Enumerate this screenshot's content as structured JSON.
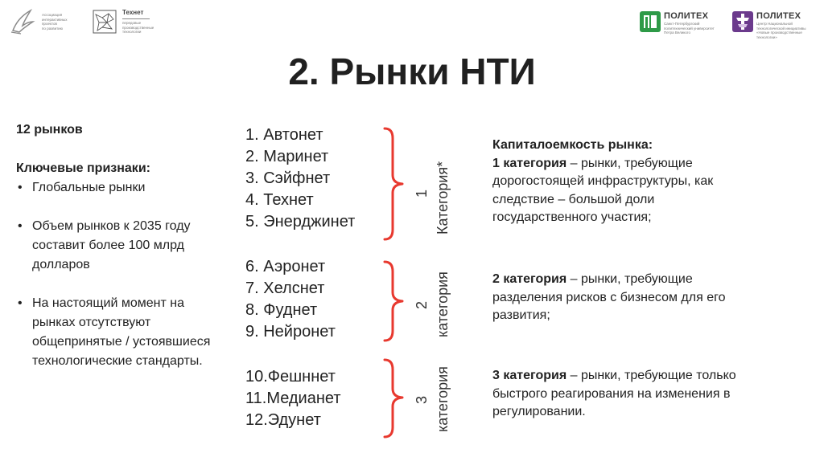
{
  "header": {
    "logo1_text": "Ассоциация\nинтерактивных\nпроектов\nпо развитию",
    "logo2_title": "Технет",
    "logo2_text": "передовые\nпроизводственные\nтехнологии",
    "polytech1_name": "ПОЛИТЕХ",
    "polytech1_text": "Санкт-Петербургский\nполитехнический университет\nПетра Великого",
    "polytech2_name": "ПОЛИТЕХ",
    "polytech2_text": "Центр Национальной\nтехнологической инициативы\n«Новые производственные технологии»"
  },
  "title": "2. Рынки НТИ",
  "left": {
    "count": "12 рынков",
    "features_heading": "Ключевые признаки:",
    "bullets": [
      "Глобальные рынки",
      "Объем рынков к 2035 году составит более 100 млрд долларов",
      "На настоящий момент на рынках отсутствуют общепринятые / устоявшиеся технологические стандарты."
    ]
  },
  "markets": [
    "1.  Автонет",
    "2.  Маринет",
    "3.  Сэйфнет",
    "4.  Технет",
    "5.  Энерджинет",
    "6.  Аэронет",
    "7.  Хелснет",
    "8.  Фуднет",
    "9.  Нейронет",
    "10.Фешннет",
    "11.Медианет",
    "12.Эдунет"
  ],
  "categories": [
    {
      "number": "1",
      "label": "Категория*"
    },
    {
      "number": "2",
      "label": "категория"
    },
    {
      "number": "3",
      "label": "категория"
    }
  ],
  "right": {
    "capital_heading": "Капиталоемкость рынка:",
    "cat1_bold": "1 категория",
    "cat1_text": " – рынки, требующие дорогостоящей инфраструктуры, как следствие – большой доли государственного участия;",
    "cat2_bold": "2 категория",
    "cat2_text": " – рынки, требующие разделения рисков с бизнесом для его развития;",
    "cat3_bold": "3 категория",
    "cat3_text": " – рынки, требующие только быстрого реагирования на изменения в регулировании."
  },
  "colors": {
    "bracket": "#e8392f",
    "polytech_green": "#2e9a47",
    "polytech_purple": "#6b3a8c"
  }
}
